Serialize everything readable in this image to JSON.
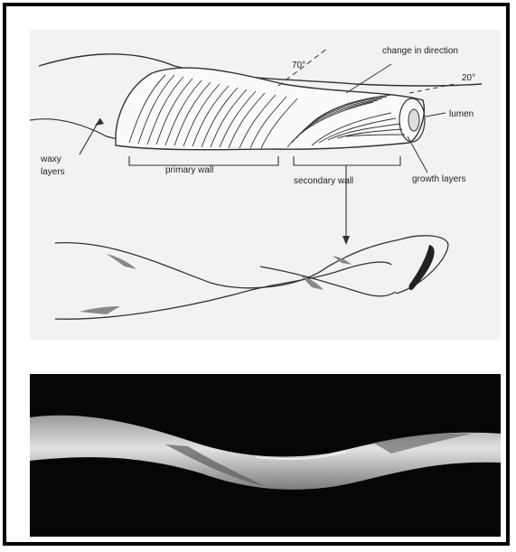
{
  "diagram": {
    "angle_outer": "70°",
    "angle_inner": "20°",
    "labels": {
      "change_in_direction": "change in direction",
      "lumen": "lumen",
      "waxy_layers_line1": "waxy",
      "waxy_layers_line2": "layers",
      "primary_wall": "primary wall",
      "secondary_wall": "secondary wall",
      "growth_layers": "growth layers"
    }
  },
  "colors": {
    "frame": "#000000",
    "diagram_background": "#f2f2f2",
    "photo_background": "#060606",
    "fiber": "#d9d9d9"
  }
}
